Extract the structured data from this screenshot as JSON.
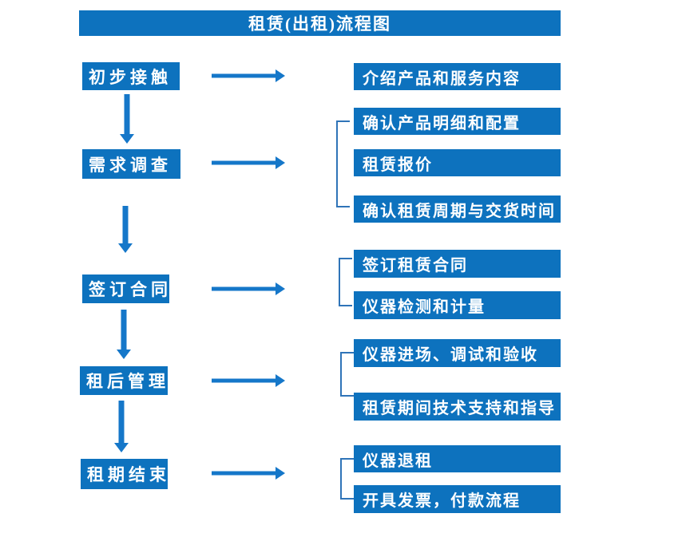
{
  "title": "租赁(出租)流程图",
  "colors": {
    "box_fill": "#0d72be",
    "arrow": "#1577c9",
    "bracket": "#2f74b8",
    "box_text": "#ffffff",
    "background": "#ffffff"
  },
  "stages": [
    {
      "label": "初步接触",
      "outputs": [
        "介绍产品和服务内容"
      ]
    },
    {
      "label": "需求调查",
      "outputs": [
        "确认产品明细和配置",
        "租赁报价",
        "确认租赁周期与交货时间"
      ]
    },
    {
      "label": "签订合同",
      "outputs": [
        "签订租赁合同",
        "仪器检测和计量"
      ]
    },
    {
      "label": "租后管理",
      "outputs": [
        "仪器进场、调试和验收",
        "租赁期间技术支持和指导"
      ]
    },
    {
      "label": "租期结束",
      "outputs": [
        "仪器退租",
        "开具发票，付款流程"
      ]
    }
  ]
}
